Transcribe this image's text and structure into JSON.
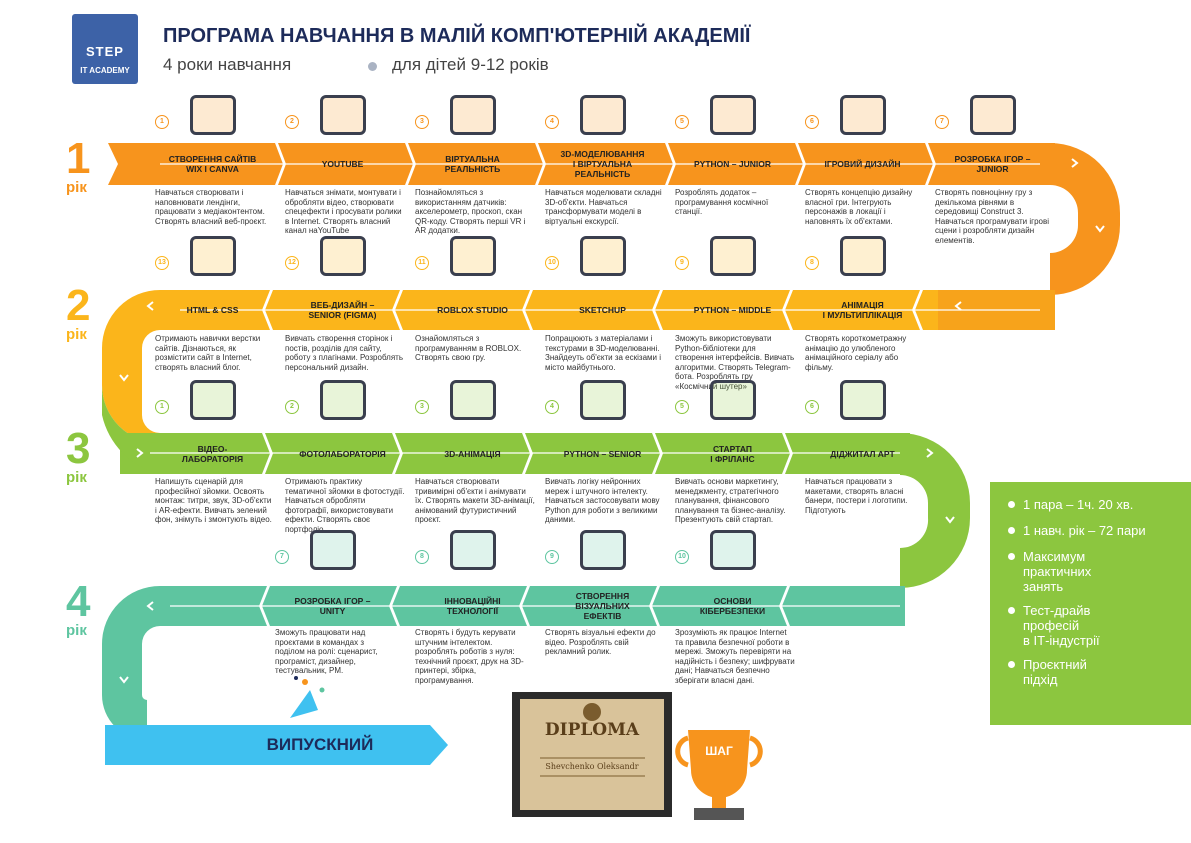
{
  "header": {
    "logo_line1": "STEP",
    "logo_line2": "IT ACADEMY",
    "title": "ПРОГРАМА НАВЧАННЯ В МАЛІЙ КОМП'ЮТЕРНІЙ АКАДЕМІЇ",
    "subtitle_years": "4 роки навчання",
    "subtitle_age": "для дітей 9-12 років"
  },
  "colors": {
    "year1": "#f7941d",
    "year2": "#fbb51b",
    "year3": "#8cc63f",
    "year4": "#5ec5a0",
    "graduate": "#3fc1f0"
  },
  "years": [
    {
      "num": "1",
      "label": "рік"
    },
    {
      "num": "2",
      "label": "рік"
    },
    {
      "num": "3",
      "label": "рік"
    },
    {
      "num": "4",
      "label": "рік"
    }
  ],
  "row1": [
    {
      "n": "1",
      "title": "СТВОРЕННЯ САЙТІВ\nWIX І CANVA",
      "desc": "Навчаться створювати і наповнювати лендінги, працювати з медіаконтентом. Створять власний веб-проєкт.",
      "icon": "website-icon"
    },
    {
      "n": "2",
      "title": "YOUTUBE",
      "desc": "Навчаться знімати, монтувати і обробляти відео, створювати спецефекти і просувати ролики в Internet. Створять власний канал наYouTube",
      "icon": "play-icon"
    },
    {
      "n": "3",
      "title": "ВІРТУАЛЬНА\nРЕАЛЬНІСТЬ",
      "desc": "Познайомляться з використанням датчиків: акселерометр, проскоп, скан QR-коду. Створять перші VR і AR додатки.",
      "icon": "vr-headset-icon"
    },
    {
      "n": "4",
      "title": "3D-МОДЕЛЮВАННЯ\nІ ВІРТУАЛЬНА\nРЕАЛЬНІСТЬ",
      "desc": "Навчаться моделювати складні 3D-об'єкти. Навчаться трансформувати моделі в віртуальні екскурсії.",
      "icon": "cube-icon"
    },
    {
      "n": "5",
      "title": "PYTHON – JUNIOR",
      "desc": "Розроблять додаток – програмування космічної станції.",
      "icon": "python-icon"
    },
    {
      "n": "6",
      "title": "ІГРОВИЙ ДИЗАЙН",
      "desc": "Створять концепцію дизайну власної гри. Інтегрують персонажів в локації і наповнять їх об'єктами.",
      "icon": "gamepad-icon"
    },
    {
      "n": "7",
      "title": "РОЗРОБКА ІГОР –\nJUNIOR",
      "desc": "Створять повноцінну гру з декількома рівнями в середовищі Construct 3. Навчаться програмувати ігрові сцени і розробляти дизайн елементів.",
      "icon": "mobile-game-icon"
    }
  ],
  "row2": [
    {
      "n": "13",
      "title": "HTML & CSS",
      "desc": "Отримають навички верстки сайтів. Дізнаються, як розмістити сайт в Internet, створять власний блог.",
      "icon": "html-settings-icon"
    },
    {
      "n": "12",
      "title": "ВЕБ-ДИЗАЙН –\nSENIOR (FIGMA)",
      "desc": "Вивчать створення сторінок і постів, розділів для сайту, роботу з плагінами. Розроблять персональний дизайн.",
      "icon": "monitor-icon"
    },
    {
      "n": "11",
      "title": "ROBLOX STUDIO",
      "desc": "Ознайомляться з програмуванням в ROBLOX. Створять свою гру.",
      "icon": "robot-icon"
    },
    {
      "n": "10",
      "title": "SKETCHUP",
      "desc": "Попрацюють з матеріалами і текстурами в 3D-моделюванні. Знайдеуть об'єкти за ескізами і місто майбутнього.",
      "icon": "box-pencil-icon"
    },
    {
      "n": "9",
      "title": "PYTHON – MIDDLE",
      "desc": "Зможуть використовувати Python-бібліотеки для створення інтерфейсів. Вивчать алгоритми. Створять Telegram-бота. Розроблять гру «Космічний шутер»",
      "icon": "code-hand-icon"
    },
    {
      "n": "8",
      "title": "АНІМАЦІЯ\nІ МУЛЬТИПЛІКАЦІЯ",
      "desc": "Створять короткометражну анімацію до улюбленого анімаційного серіалу або фільму.",
      "icon": "glasses-mustache-icon"
    }
  ],
  "row3": [
    {
      "n": "1",
      "title": "ВІДЕО-\nЛАБОРАТОРІЯ",
      "desc": "Напишуть сценарій для професійної зйомки. Освоять монтаж: титри, звук, 3D-об'єкти і AR-ефекти. Вивчать зелений фон, знімуть і змонтують відео.",
      "icon": "video-icon"
    },
    {
      "n": "2",
      "title": "ФОТОЛАБОРАТОРІЯ",
      "desc": "Отримають практику тематичної зйомки в фотостудії. Навчаться обробляти фотографії, використовувати ефекти. Створять своє портфоліо.",
      "icon": "camera-icon"
    },
    {
      "n": "3",
      "title": "3D-АНІМАЦІЯ",
      "desc": "Навчаться створювати тривимірні об'єкти і анімувати їх. Створять макети 3D-анімації, анімований футуристичний проєкт.",
      "icon": "ufo-icon"
    },
    {
      "n": "4",
      "title": "PYTHON – SENIOR",
      "desc": "Вивчать логіку нейронних мереж і штучного інтелекту. Навчаться застосовувати мову Python для роботи з великими даними.",
      "icon": "head-circuit-icon"
    },
    {
      "n": "5",
      "title": "СТАРТАП\nІ ФРІЛАНС",
      "desc": "Вивчать основи маркетингу, менеджменту, стратегічного планування, фінансового планування та бізнес-аналізу. Презентують свій стартап.",
      "icon": "rocket-icon"
    },
    {
      "n": "6",
      "title": "ДІДЖИТАЛ АРТ",
      "desc": "Навчаться працювати з макетами, створять власні банери, постери і логотипи. Підготують",
      "icon": "briefcase-network-icon"
    }
  ],
  "row4": [
    {
      "n": "7",
      "title": "РОЗРОБКА ІГОР –\nUNITY",
      "desc": "Зможуть працювати над проєктами в командах з поділом на ролі: сценарист, програміст, дизайнер, тестувальник, PM.",
      "icon": "unity-icon"
    },
    {
      "n": "8",
      "title": "ІННОВАЦІЙНІ\nТЕХНОЛОГІЇ",
      "desc": "Створять і будуть керувати штучним інтелектом. розроблять роботів з нуля: технічний проєкт, друк на 3D-принтері, збірка, програмування.",
      "icon": "brain-network-icon"
    },
    {
      "n": "9",
      "title": "СТВОРЕННЯ\nВІЗУАЛЬНИХ\nЕФЕКТІВ",
      "desc": "Створять візуальні ефекти до відео. Розроблять свій рекламний ролик.",
      "icon": "vr-head-icon"
    },
    {
      "n": "10",
      "title": "ОСНОВИ\nКІБЕРБЕЗПЕКИ",
      "desc": "Зрозуміють як працює Internet та правила безпечної роботи в мережі. Зможуть перевіряти на надійність і безпеку; шифрувати дані; Навчаться безпечно зберігати власні дані.",
      "icon": "shield-lock-icon"
    }
  ],
  "graduate": "ВИПУСКНИЙ",
  "diploma": {
    "title": "DIPLOMA",
    "name": "Shevchenko Oleksandr"
  },
  "cup_label": "ШАГ",
  "side": [
    "1 пара – 1ч. 20 хв.",
    "1 навч. рік – 72 пари",
    "Максимум\nпрактичних\nзанять",
    "Тест-драйв\nпрофесій\nв ІТ-індустрії",
    "Проєктний\nпідхід"
  ]
}
